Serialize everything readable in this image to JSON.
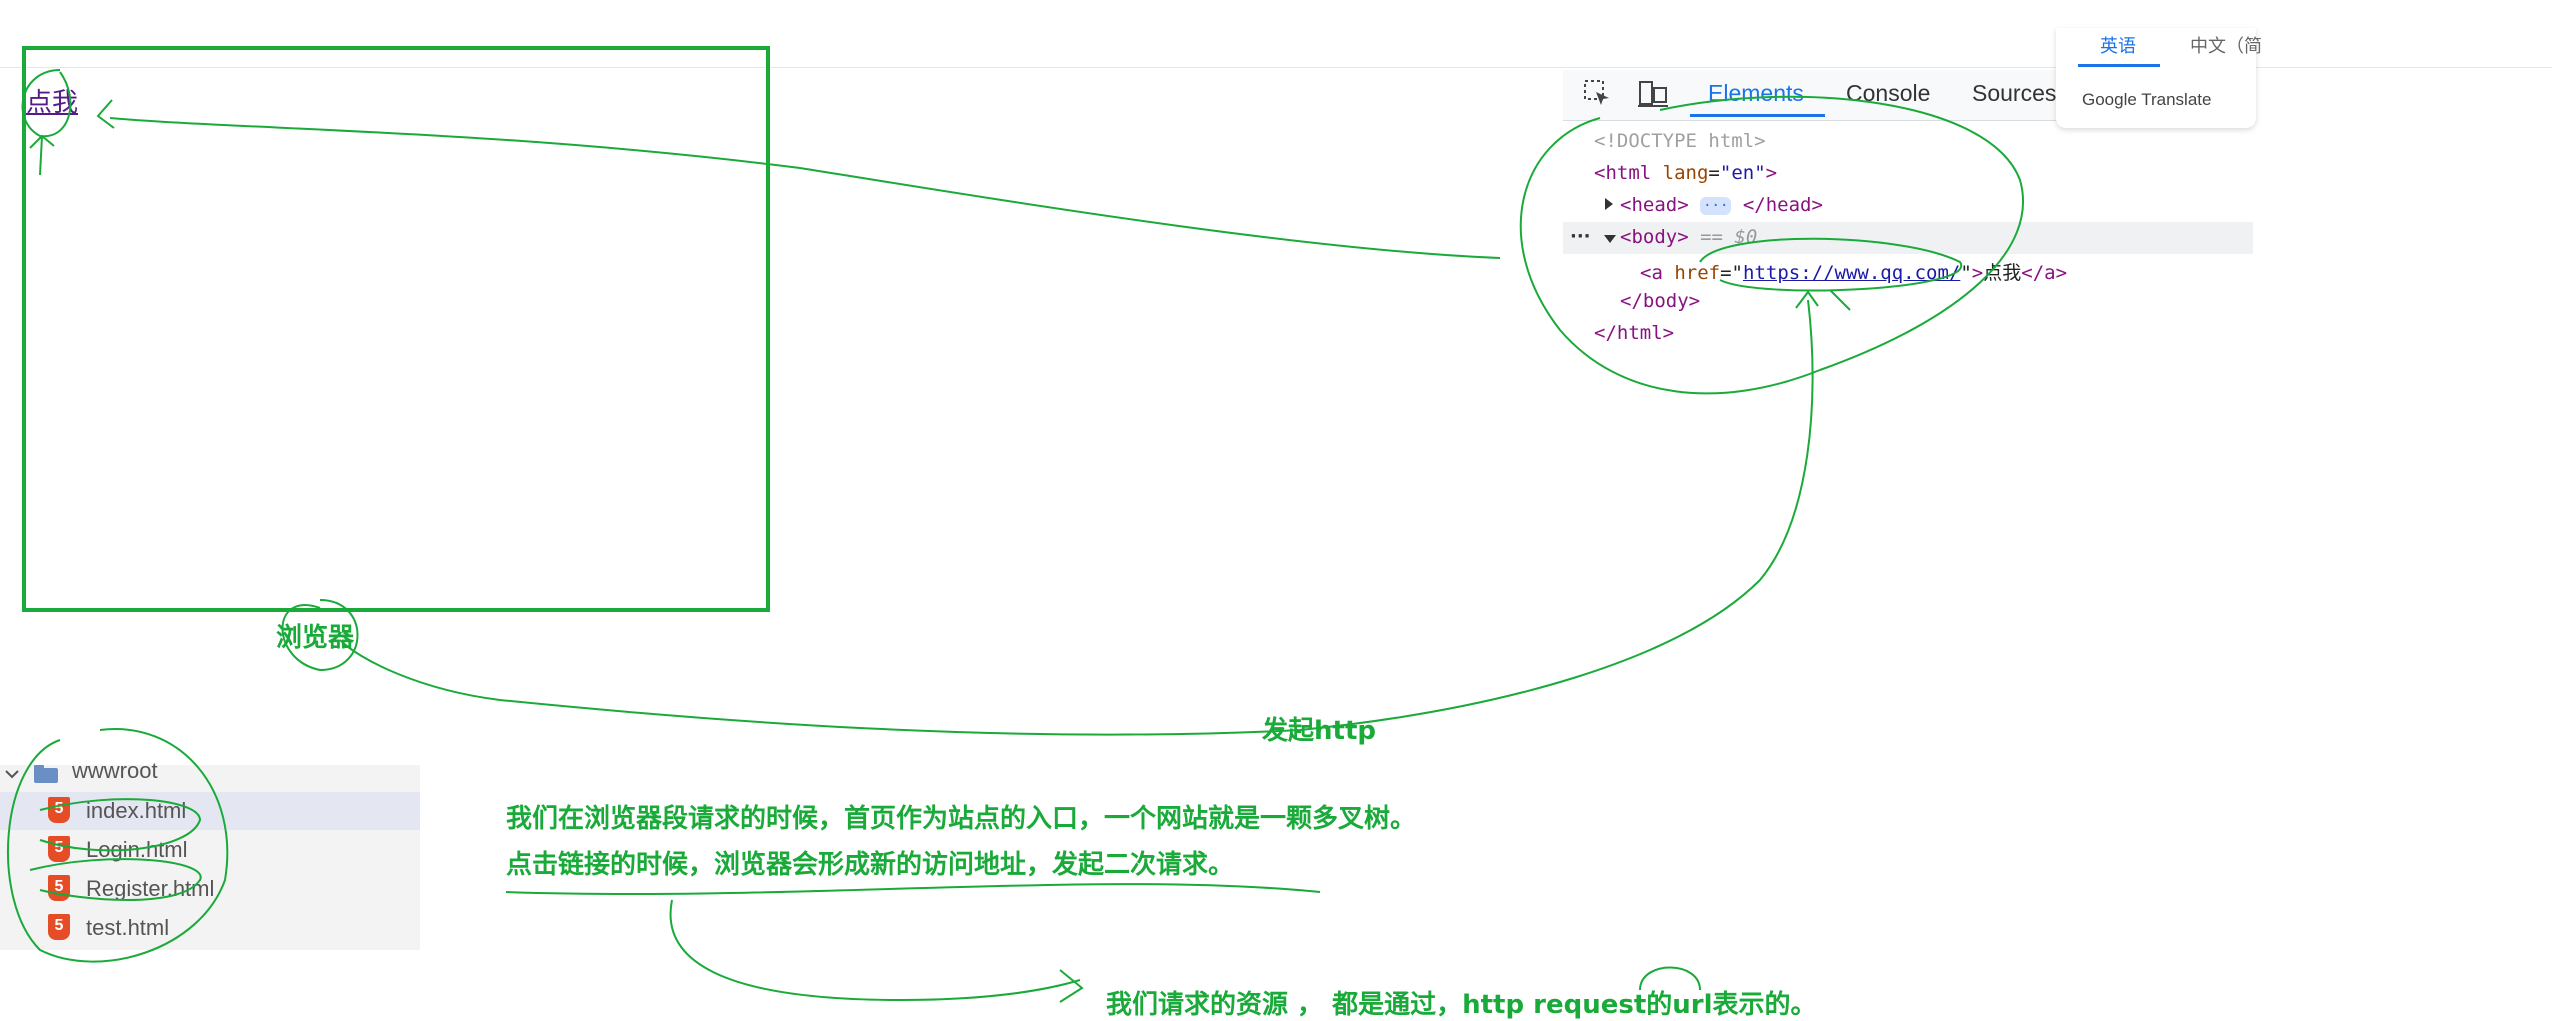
{
  "browser": {
    "link_text": "点我",
    "label": "浏览器"
  },
  "devtools": {
    "tabs": [
      {
        "label": "Elements",
        "active": true
      },
      {
        "label": "Console",
        "active": false
      },
      {
        "label": "Sources",
        "active": false
      }
    ],
    "dom": {
      "doctype": "<!DOCTYPE html>",
      "html_open": "<html",
      "html_attr": "lang",
      "html_val": "\"en\"",
      "head": "<head>",
      "head_close": "</head>",
      "ellipsis": "···",
      "body_open": "<body>",
      "eq_marker": "== $0",
      "a_open": "<a",
      "a_attr": "href",
      "a_href": "https://www.qq.com/",
      "a_text": "点我",
      "a_close": "</a>",
      "body_close": "</body>",
      "html_close": "</html>"
    }
  },
  "translate": {
    "brand": "Google Translate",
    "tab1": "英语",
    "tab2": "中文（简"
  },
  "explorer": {
    "folder": "wwwroot",
    "files": [
      "index.html",
      "Login.html",
      "Register.html",
      "test.html"
    ]
  },
  "annotations": {
    "http_label": "发起http",
    "line1": "我们在浏览器段请求的时候，首页作为站点的入口，一个网站就是一颗多叉树。",
    "line2": "点击链接的时候，浏览器会形成新的访问地址，发起二次请求。",
    "line3": "我们请求的资源 ， 都是通过，http request的url表示的。"
  },
  "colors": {
    "annotation_green": "#1aaa3a",
    "devtools_active": "#1a73e8",
    "html5_orange": "#e44d26"
  }
}
